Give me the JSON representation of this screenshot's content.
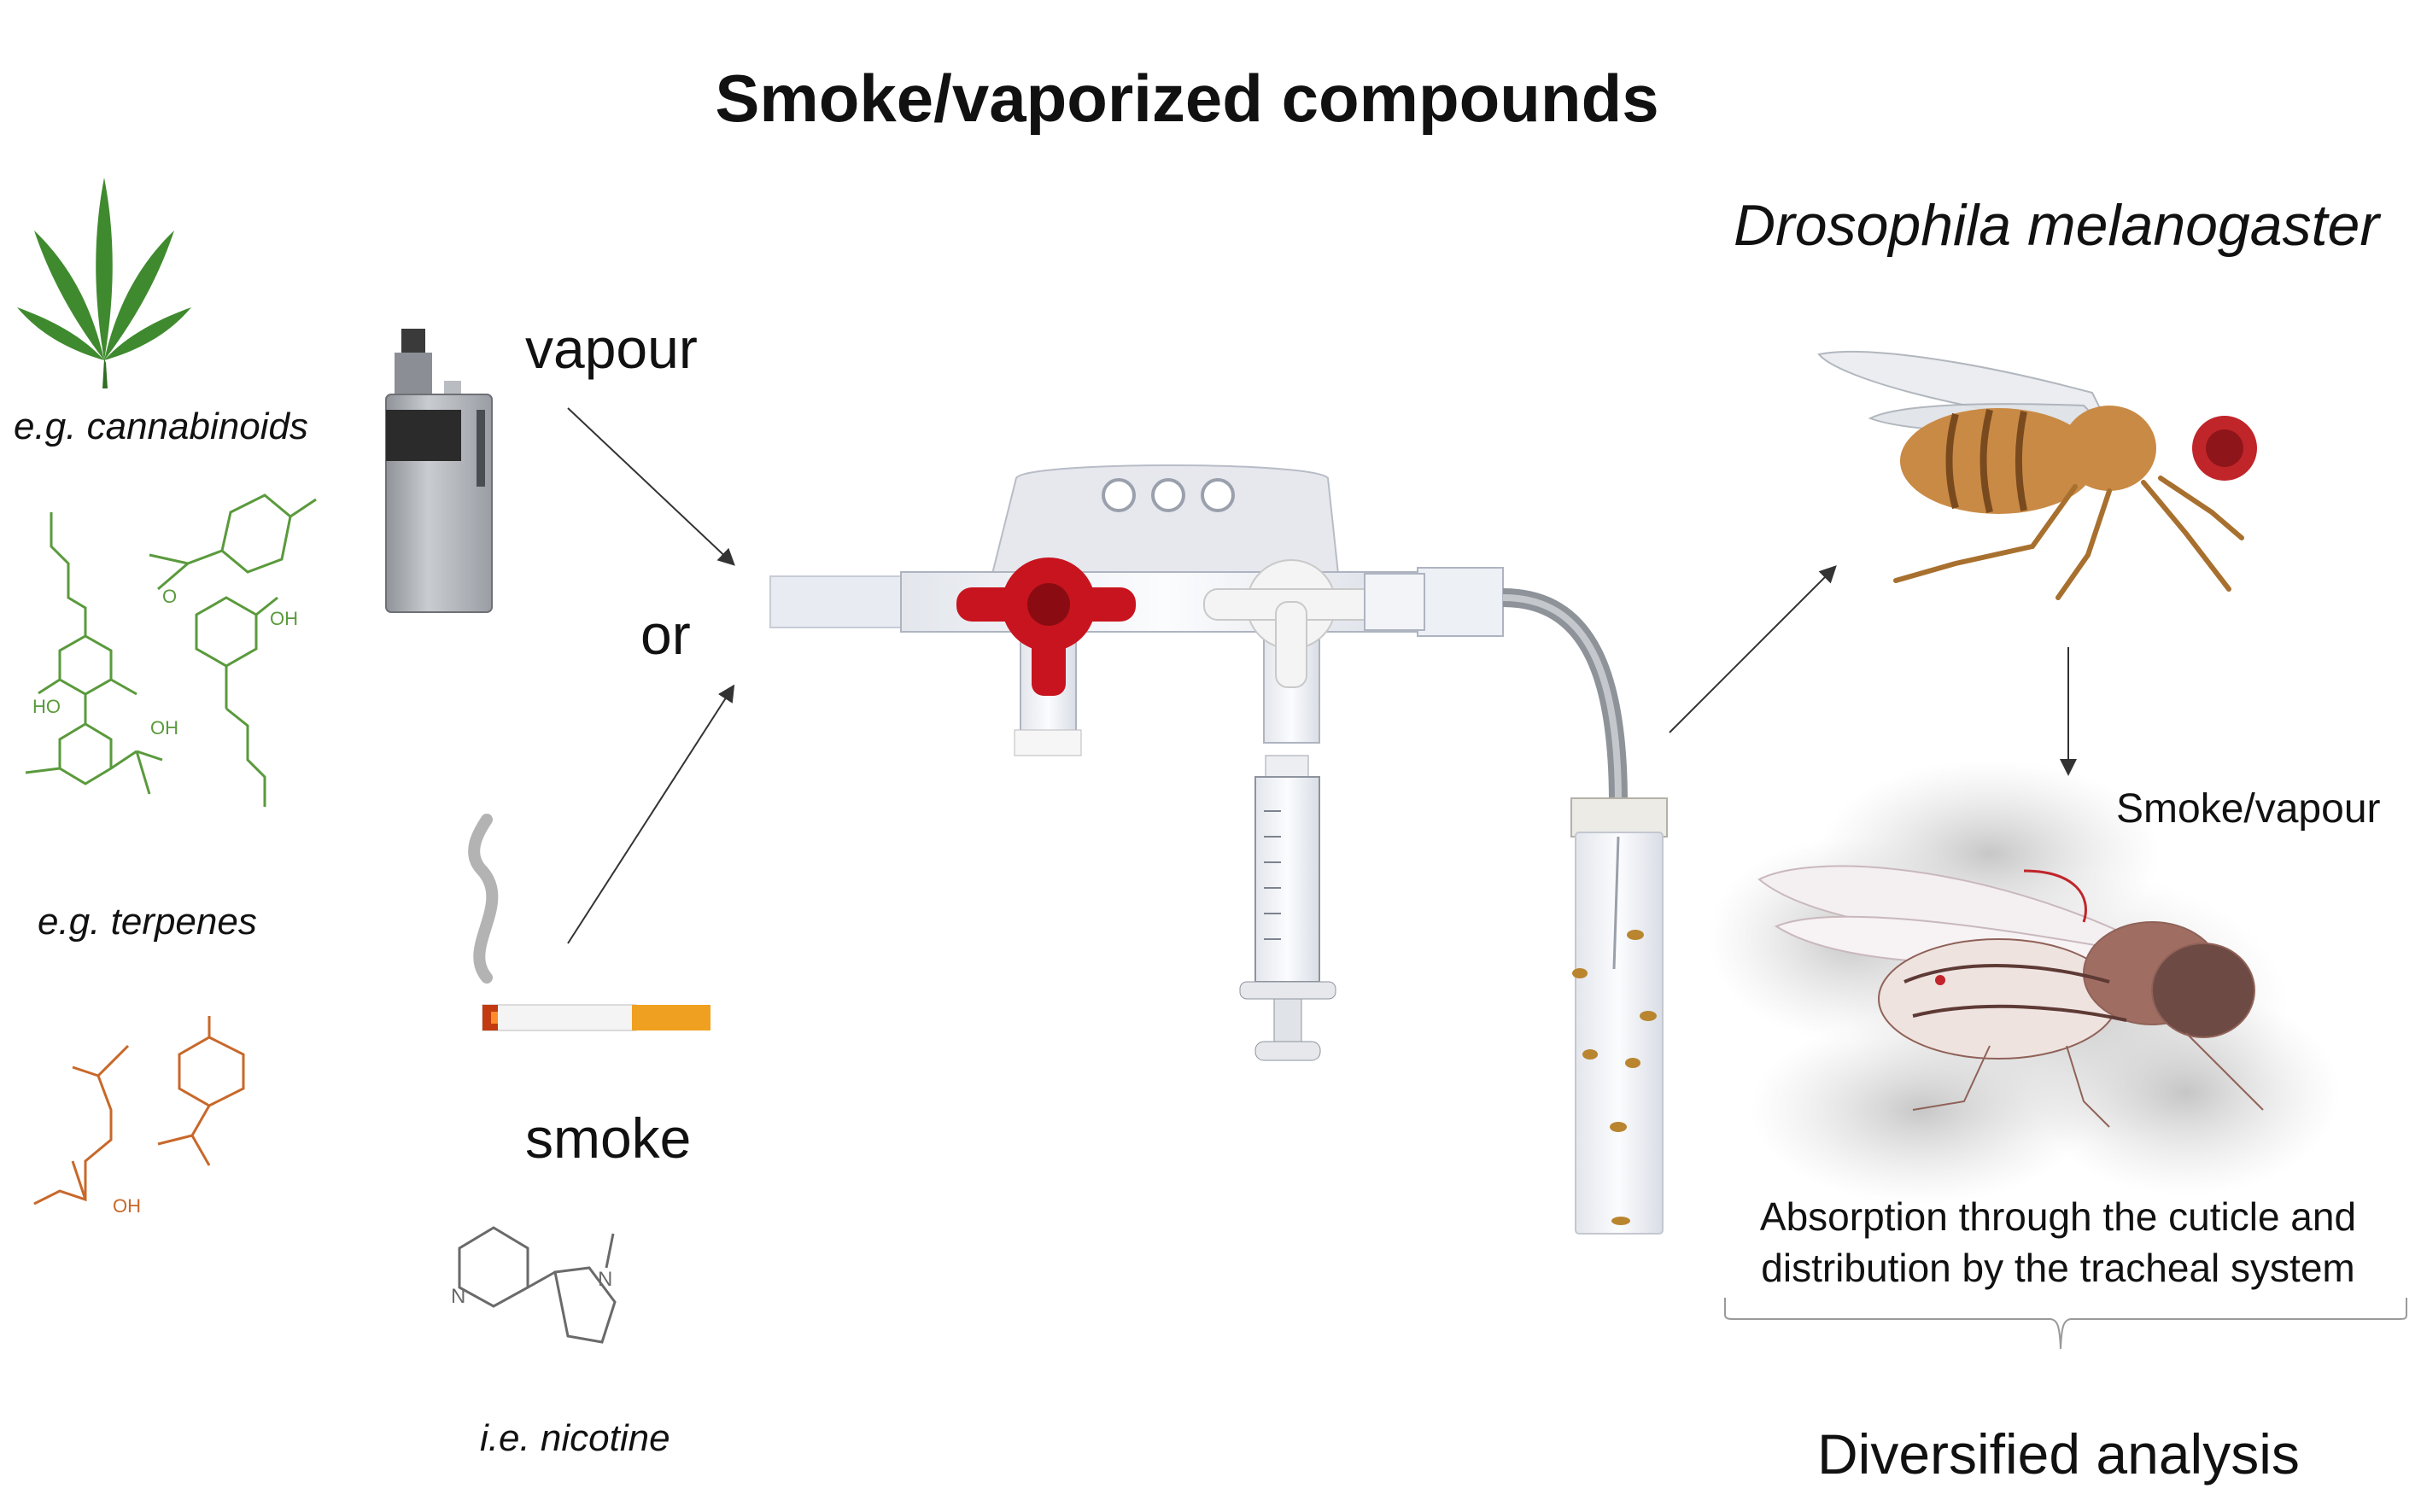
{
  "title": "Smoke/vaporized compounds",
  "sources": {
    "vapour_label": "vapour",
    "or_label": "or",
    "smoke_label": "smoke"
  },
  "compounds": {
    "cannabinoids_label": "e.g. cannabinoids",
    "terpenes_label": "e.g. terpenes",
    "nicotine_label": "i.e. nicotine",
    "molecule_text": {
      "oh": "OH",
      "ho": "HO",
      "o": "O",
      "n": "N"
    }
  },
  "organism": {
    "species": "Drosophila melanogaster",
    "exposure_label": "Smoke/vapour",
    "absorption_text": "Absorption through the cuticle and distribution by the tracheal system",
    "analysis_label": "Diversified analysis"
  },
  "colors": {
    "cannabinoid_green": "#5a9a3c",
    "terpene_orange": "#c8682a",
    "valve_red": "#c8141e",
    "fly_body": "#c98a45",
    "fly_eye": "#c0252a",
    "nicotine_gray": "#6a6a6a"
  }
}
